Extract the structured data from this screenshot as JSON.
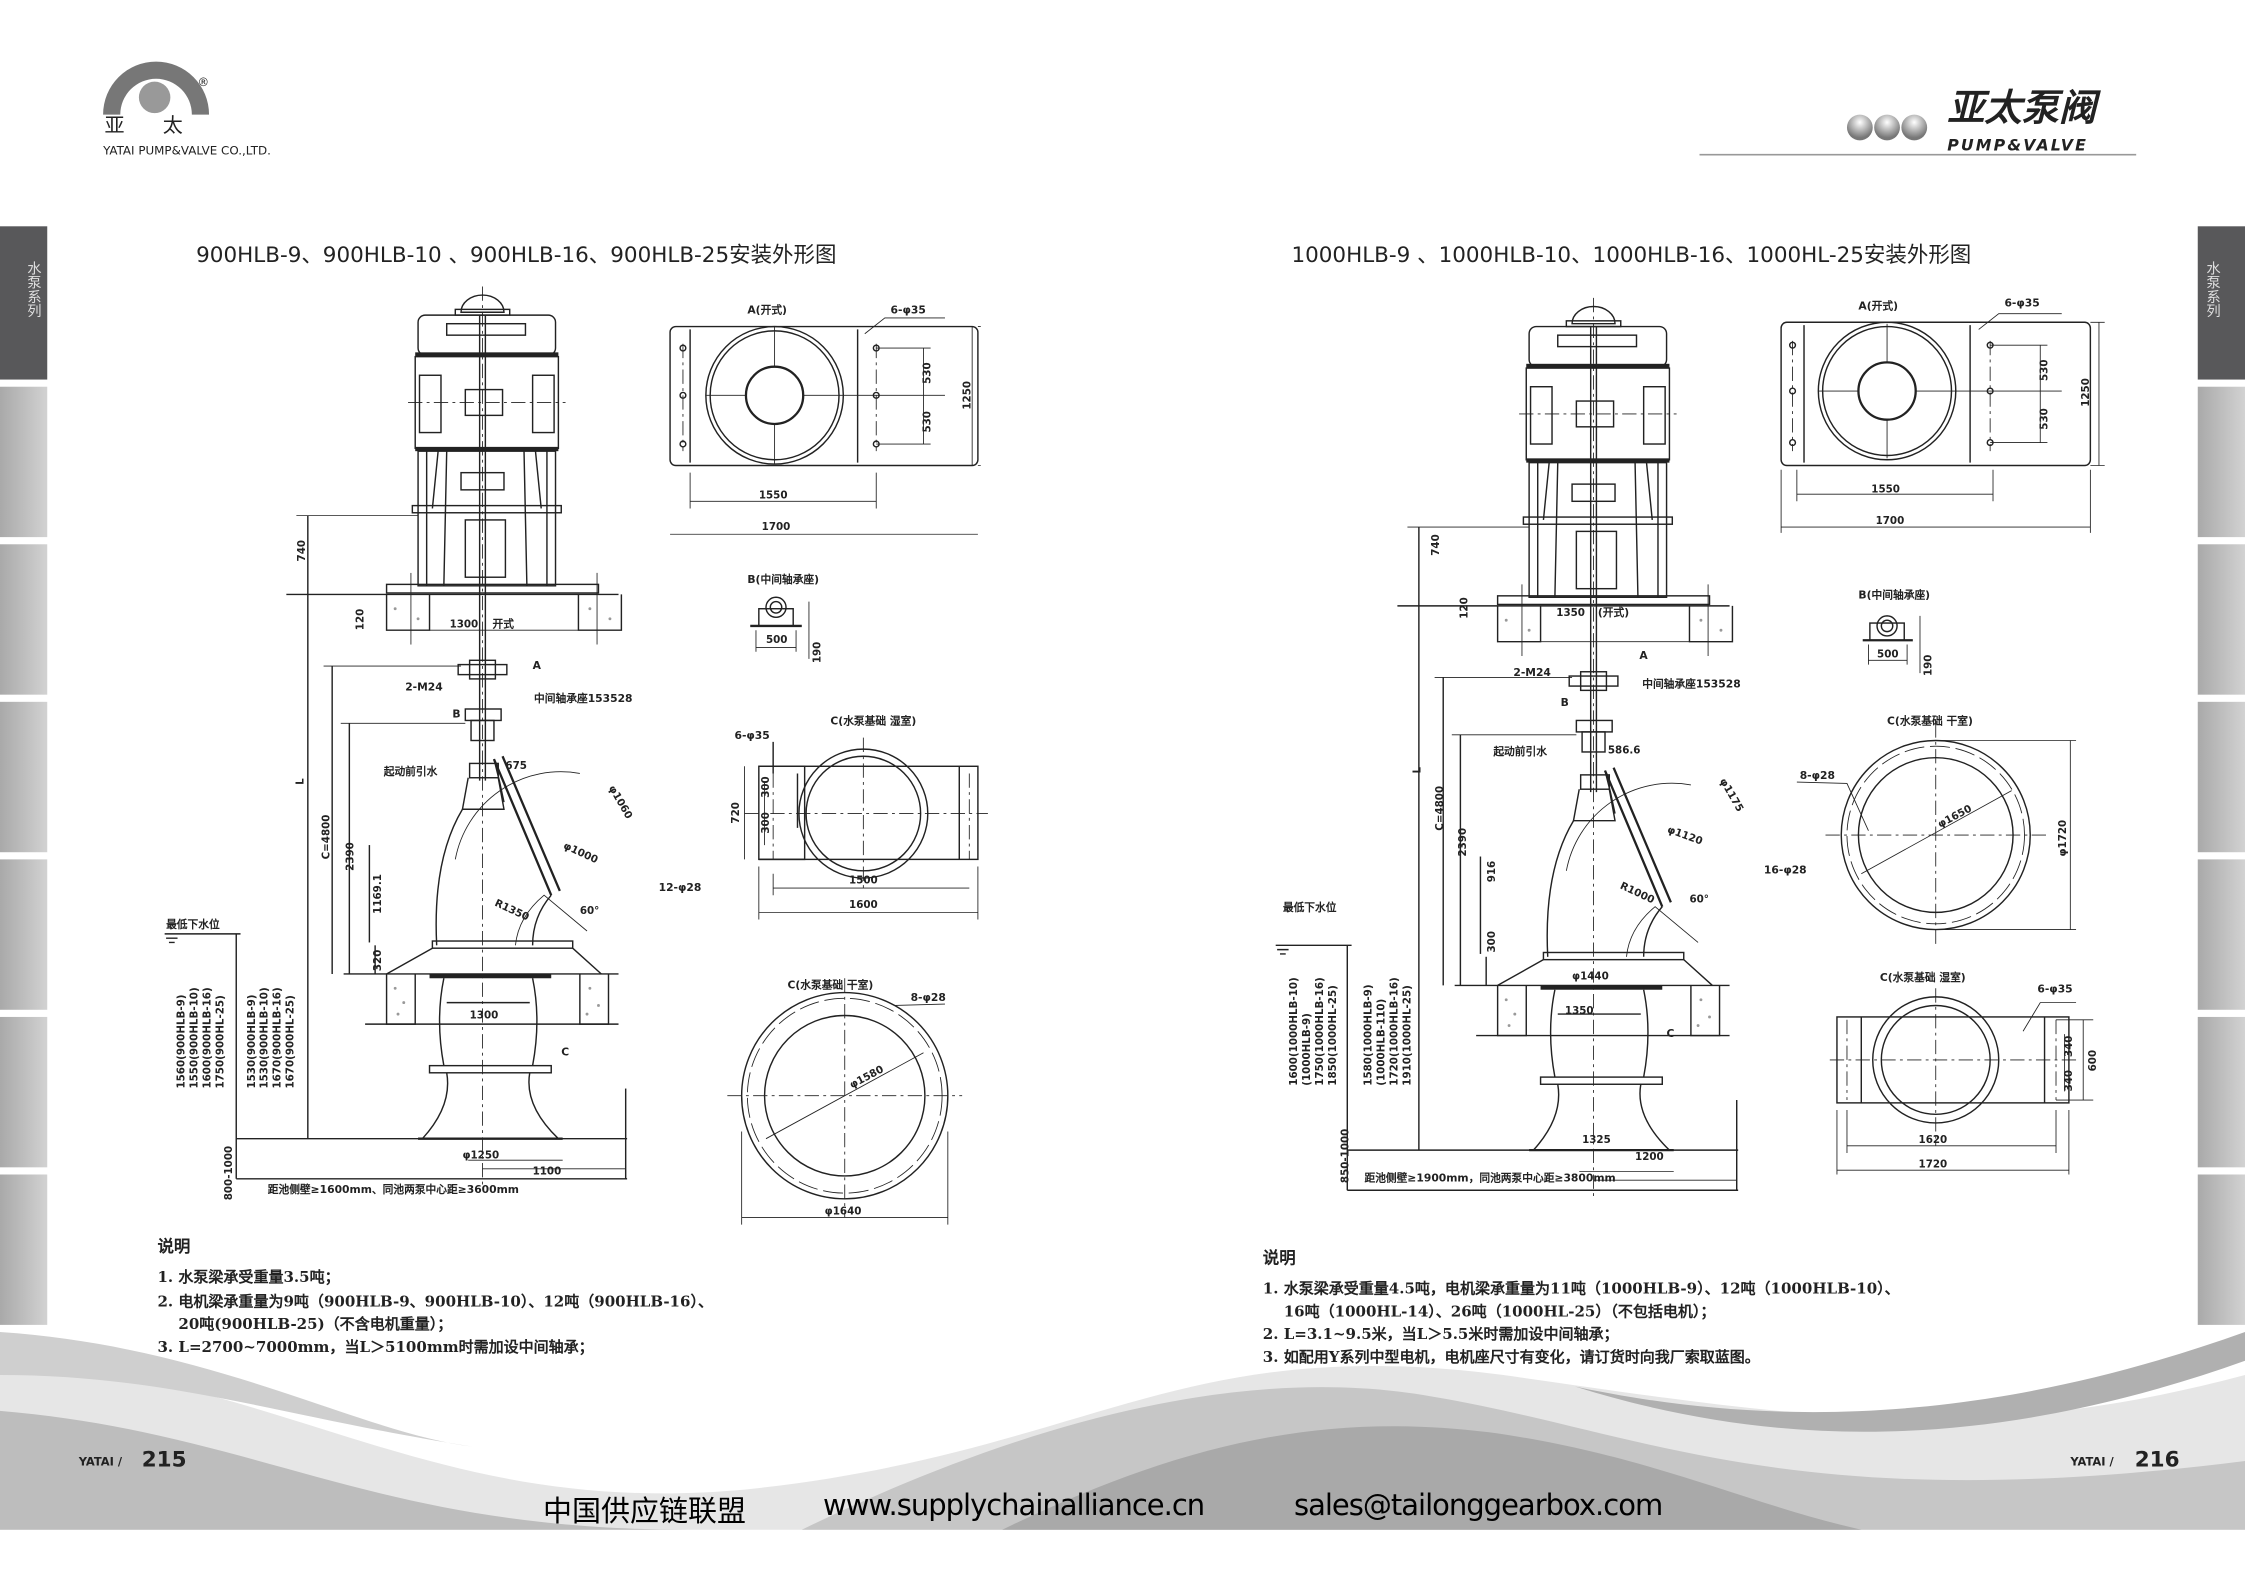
{
  "header": {
    "logo_left": {
      "registered": "®",
      "chinese": "亚      太",
      "english": "YATAI PUMP&VALVE CO.,LTD."
    },
    "logo_right": {
      "chinese": "亚太泵阀",
      "english": "PUMP&VALVE"
    }
  },
  "side_tabs": {
    "left": "水泵系列",
    "right": "水泵系列"
  },
  "left_page": {
    "title": "900HLB-9、900HLB-10 、900HLB-16、900HLB-25安装外形图",
    "main": {
      "d740": "740",
      "d120": "120",
      "d1300_top": "1300",
      "open_type": "开式",
      "bolt": "2-M24",
      "bearing": "中间轴承座153528",
      "arrow_a": "A",
      "arrow_b": "B",
      "dim_l": "L",
      "dim_c": "C=4800",
      "priming": "起动前引水",
      "d675": "675",
      "phi1060": "φ1060",
      "phi1000": "φ1000",
      "holes": "12-φ28",
      "d2390": "2390",
      "d1169": "1169.1",
      "r1350": "R1350",
      "angle": "60°",
      "d320": "320",
      "water_level": "最低下水位",
      "d1300_low": "1300",
      "arrow_c": "C",
      "phi1250": "φ1250",
      "d1100": "1100",
      "d800": "800-1000",
      "clearance": "距池侧壁≥1600mm、同池两泵中心距≥3600mm",
      "list1": [
        "1560(900HLB-9)",
        "1550(900HLB-10)",
        "1600(900HLB-16)",
        "1750(900HL-25)"
      ],
      "list2": [
        "1530(900HLB-9)",
        "1530(900HLB-10)",
        "1670(900HLB-16)",
        "1670(900HL-25)"
      ]
    },
    "view_a": {
      "title": "A(开式)",
      "holes": "6-φ35",
      "d530a": "530",
      "d530b": "530",
      "d1250": "1250",
      "d1550": "1550",
      "d1700": "1700"
    },
    "view_b": {
      "title": "B(中间轴承座)",
      "d500": "500",
      "d190": "190"
    },
    "view_c_wet": {
      "title": "C(水泵基础  湿室)",
      "holes": "6-φ35",
      "d720": "720",
      "d300a": "300",
      "d300b": "300",
      "d1500": "1500",
      "d1600": "1600"
    },
    "view_c_dry": {
      "title": "C(水泵基础  干室)",
      "holes": "8-φ28",
      "phi_inner": "φ1580",
      "phi_outer": "φ1640"
    },
    "notes": {
      "heading": "说明",
      "lines": [
        "1. 水泵梁承受重量3.5吨；",
        "2. 电机梁承重量为9吨（900HLB-9、900HLB-10）、12吨（900HLB-16）、",
        "    20吨(900HLB-25)（不含电机重量）；",
        "3. L=2700~7000mm，当L＞5100mm时需加设中间轴承；"
      ]
    },
    "page_number": {
      "brand": "YATAI /",
      "number": "215"
    }
  },
  "right_page": {
    "title": "1000HLB-9 、1000HLB-10、1000HLB-16、1000HL-25安装外形图",
    "main": {
      "d740": "740",
      "d120": "120",
      "d1350_top": "1350",
      "open_type": "(开式)",
      "bolt": "2-M24",
      "bearing": "中间轴承座153528",
      "arrow_a": "A",
      "arrow_b": "B",
      "dim_l": "L",
      "dim_c": "C=4800",
      "priming": "起动前引水",
      "d586": "586.6",
      "phi1175": "φ1175",
      "phi1120": "φ1120",
      "holes": "16-φ28",
      "d2390": "2390",
      "d916": "916",
      "r1000": "R1000",
      "angle": "60°",
      "d300": "300",
      "water_level": "最低下水位",
      "phi1440": "φ1440",
      "d1350_low": "1350",
      "arrow_c": "C",
      "d1325": "1325",
      "d1200": "1200",
      "d850": "850-1000",
      "clearance": "距池侧壁≥1900mm，同池两泵中心距≥3800mm",
      "list1": [
        "1600(1000HLB-10)",
        "(1000HLB-9)",
        "1750(1000HLB-16)",
        "1850(1000HL-25)"
      ],
      "list2": [
        "1580(1000HLB-9)",
        "(1000HLB-110)",
        "1720(1000HLB-16)",
        "1910(1000HL-25)"
      ]
    },
    "view_a": {
      "title": "A(开式)",
      "holes": "6-φ35",
      "d530a": "530",
      "d530b": "530",
      "d1250": "1250",
      "d1550": "1550",
      "d1700": "1700"
    },
    "view_b": {
      "title": "B(中间轴承座)",
      "d500": "500",
      "d190": "190"
    },
    "view_c_dry": {
      "title": "C(水泵基础  干室)",
      "holes": "8-φ28",
      "phi_inner": "φ1650",
      "phi_outer": "φ1720"
    },
    "view_c_wet": {
      "title": "C(水泵基础  湿室)",
      "holes": "6-φ35",
      "d340a": "340",
      "d340b": "340",
      "d600": "600",
      "d1620": "1620",
      "d1720": "1720"
    },
    "notes": {
      "heading": "说明",
      "lines": [
        "1. 水泵梁承受重量4.5吨，电机梁承重量为11吨（1000HLB-9）、12吨（1000HLB-10）、",
        "    16吨（1000HL-14）、26吨（1000HL-25）（不包括电机）；",
        "2. L=3.1~9.5米，当L＞5.5米时需加设中间轴承；",
        "3. 如配用Y系列中型电机，电机座尺寸有变化，请订货时向我厂索取蓝图。"
      ]
    },
    "page_number": {
      "brand": "YATAI /",
      "number": "216"
    }
  },
  "footer": {
    "org": "中国供应链联盟",
    "website": "www.supplychainalliance.cn",
    "email": "sales@tailonggearbox.com"
  }
}
